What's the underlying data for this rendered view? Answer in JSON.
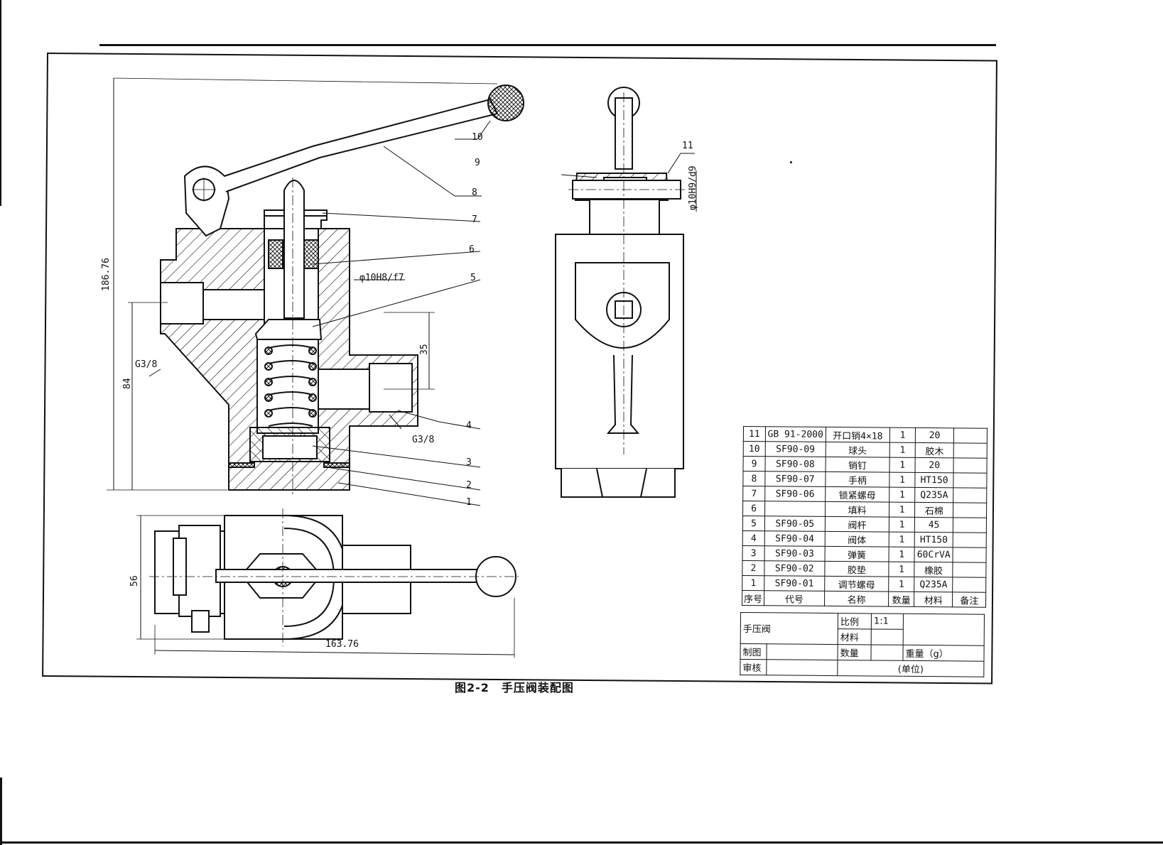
{
  "figure": {
    "caption": "图2-2　手压阀装配图"
  },
  "dimensions": {
    "overall_height": "186.76",
    "port_height": "84",
    "port_spacing": "35",
    "inlet_thread": "G3/8",
    "outlet_thread": "G3/8",
    "stem_fit": "φ10H8/f7",
    "pin_fit": "φ10H9/d9",
    "top_view_width": "56",
    "top_view_length": "163.76"
  },
  "balloons": [
    "1",
    "2",
    "3",
    "4",
    "5",
    "6",
    "7",
    "8",
    "9",
    "10",
    "11"
  ],
  "bom": {
    "rows": [
      {
        "no": "11",
        "code": "GB 91-2000",
        "name": "开口销4×18",
        "qty": "1",
        "material": "20",
        "note": ""
      },
      {
        "no": "10",
        "code": "SF90-09",
        "name": "球头",
        "qty": "1",
        "material": "胶木",
        "note": ""
      },
      {
        "no": "9",
        "code": "SF90-08",
        "name": "销钉",
        "qty": "1",
        "material": "20",
        "note": ""
      },
      {
        "no": "8",
        "code": "SF90-07",
        "name": "手柄",
        "qty": "1",
        "material": "HT150",
        "note": ""
      },
      {
        "no": "7",
        "code": "SF90-06",
        "name": "锁紧螺母",
        "qty": "1",
        "material": "Q235A",
        "note": ""
      },
      {
        "no": "6",
        "code": "",
        "name": "填料",
        "qty": "1",
        "material": "石棉",
        "note": ""
      },
      {
        "no": "5",
        "code": "SF90-05",
        "name": "阀杆",
        "qty": "1",
        "material": "45",
        "note": ""
      },
      {
        "no": "4",
        "code": "SF90-04",
        "name": "阀体",
        "qty": "1",
        "material": "HT150",
        "note": ""
      },
      {
        "no": "3",
        "code": "SF90-03",
        "name": "弹簧",
        "qty": "1",
        "material": "60CrVA",
        "note": ""
      },
      {
        "no": "2",
        "code": "SF90-02",
        "name": "胶垫",
        "qty": "1",
        "material": "橡胶",
        "note": ""
      },
      {
        "no": "1",
        "code": "SF90-01",
        "name": "调节螺母",
        "qty": "1",
        "material": "Q235A",
        "note": ""
      }
    ],
    "header": {
      "no": "序号",
      "code": "代号",
      "name": "名称",
      "qty": "数量",
      "material": "材料",
      "note": "备注"
    }
  },
  "title_block": {
    "drawing_name": "手压阀",
    "scale_label": "比例",
    "scale_value": "1:1",
    "material_label": "材料",
    "drawn_label": "制图",
    "quantity_label": "数量",
    "weight_label": "重量（g）",
    "check_label": "审核",
    "unit_label": "(单位)"
  }
}
